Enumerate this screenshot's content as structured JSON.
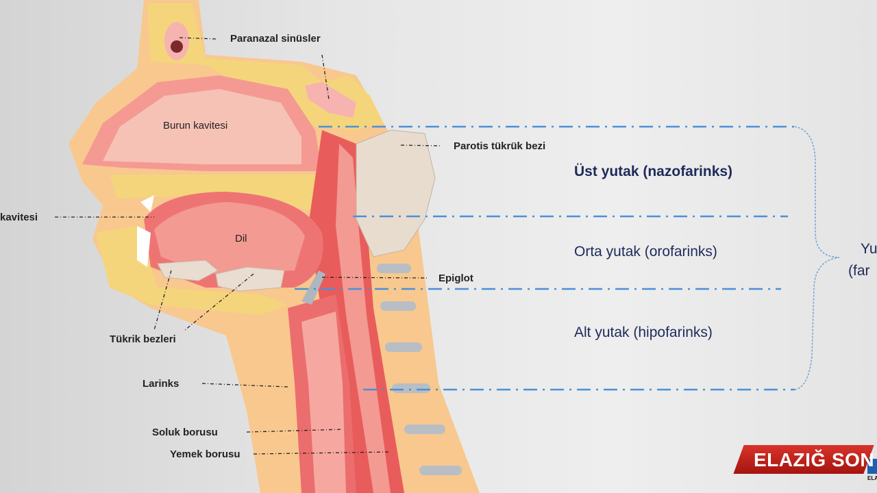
{
  "labels": {
    "paranasal": "Paranazal sinüsler",
    "nasal_cavity": "Burun kavitesi",
    "parotid": "Parotis tükrük bezi",
    "oral_cavity": "kavitesi",
    "tongue": "Dil",
    "epiglottis": "Epiglot",
    "salivary": "Tükrik bezleri",
    "larynx": "Larinks",
    "trachea": "Soluk borusu",
    "esophagus": "Yemek borusu"
  },
  "zones": {
    "upper": "Üst yutak (nazofarinks)",
    "middle": "Orta yutak (orofarinks)",
    "lower": "Alt yutak (hipofarinks)",
    "pharynx_line1": "Yu",
    "pharynx_line2": "(far"
  },
  "logo": {
    "text": "ELAZIĞ SON",
    "sub": "ELA"
  },
  "colors": {
    "zone_text": "#1d2a5a",
    "guide_line": "#4a90d9",
    "logo_red": "#c0221b"
  }
}
